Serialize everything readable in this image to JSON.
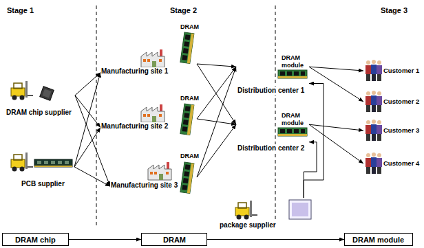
{
  "diagram": {
    "nodes": [
      {
        "text": [
          "DRAM chip supplier"
        ]
      },
      {
        "text": [
          "PCB supplier"
        ]
      },
      {
        "text": [
          "Manufacturing site 1"
        ]
      },
      {
        "text": [
          "Manufacturing site 2"
        ]
      },
      {
        "text": [
          "Manufacturing site 3"
        ]
      },
      {
        "text": [
          "Distribution center 1"
        ]
      },
      {
        "text": [
          "Distribution center 2"
        ]
      },
      {
        "text": [
          "package supplier"
        ]
      },
      {
        "text": [
          "Customer 1"
        ]
      },
      {
        "text": [
          "Customer 2"
        ]
      },
      {
        "text": [
          "Customer 3"
        ]
      },
      {
        "text": [
          "Customer 4"
        ]
      },
      {
        "text": [
          "DRAM chip"
        ]
      },
      {
        "text": [
          "DRAM"
        ]
      },
      {
        "text": [
          "DRAM module"
        ]
      }
    ],
    "edges": [
      {
        "from": 0,
        "to": 2,
        "arrow": "to"
      },
      {
        "from": 0,
        "to": 3,
        "arrow": "to"
      },
      {
        "from": 0,
        "to": 4,
        "arrow": "to"
      },
      {
        "from": 1,
        "to": 2,
        "arrow": "to"
      },
      {
        "from": 1,
        "to": 3,
        "arrow": "to"
      },
      {
        "from": 1,
        "to": 4,
        "arrow": "to"
      },
      {
        "from": 2,
        "to": 5,
        "arrow": "to"
      },
      {
        "from": 2,
        "to": 6,
        "arrow": "to"
      },
      {
        "from": 3,
        "to": 5,
        "arrow": "to"
      },
      {
        "from": 3,
        "to": 6,
        "arrow": "to"
      },
      {
        "from": 4,
        "to": 5,
        "arrow": "to"
      },
      {
        "from": 4,
        "to": 6,
        "arrow": "to"
      },
      {
        "from": 7,
        "to": 5,
        "arrow": "to"
      },
      {
        "from": 7,
        "to": 6,
        "arrow": "to"
      },
      {
        "from": 5,
        "to": 8,
        "arrow": "to"
      },
      {
        "from": 5,
        "to": 9,
        "arrow": "to"
      },
      {
        "from": 6,
        "to": 10,
        "arrow": "to"
      },
      {
        "from": 6,
        "to": 11,
        "arrow": "to"
      },
      {
        "from": 12,
        "to": 13,
        "arrow": "to"
      },
      {
        "from": 13,
        "to": 14,
        "arrow": "to"
      }
    ],
    "labels": [
      "Stage 1",
      "Stage 2",
      "Stage 3",
      "DRAM",
      "DRAM",
      "DRAM",
      "DRAM module",
      "DRAM module"
    ]
  }
}
